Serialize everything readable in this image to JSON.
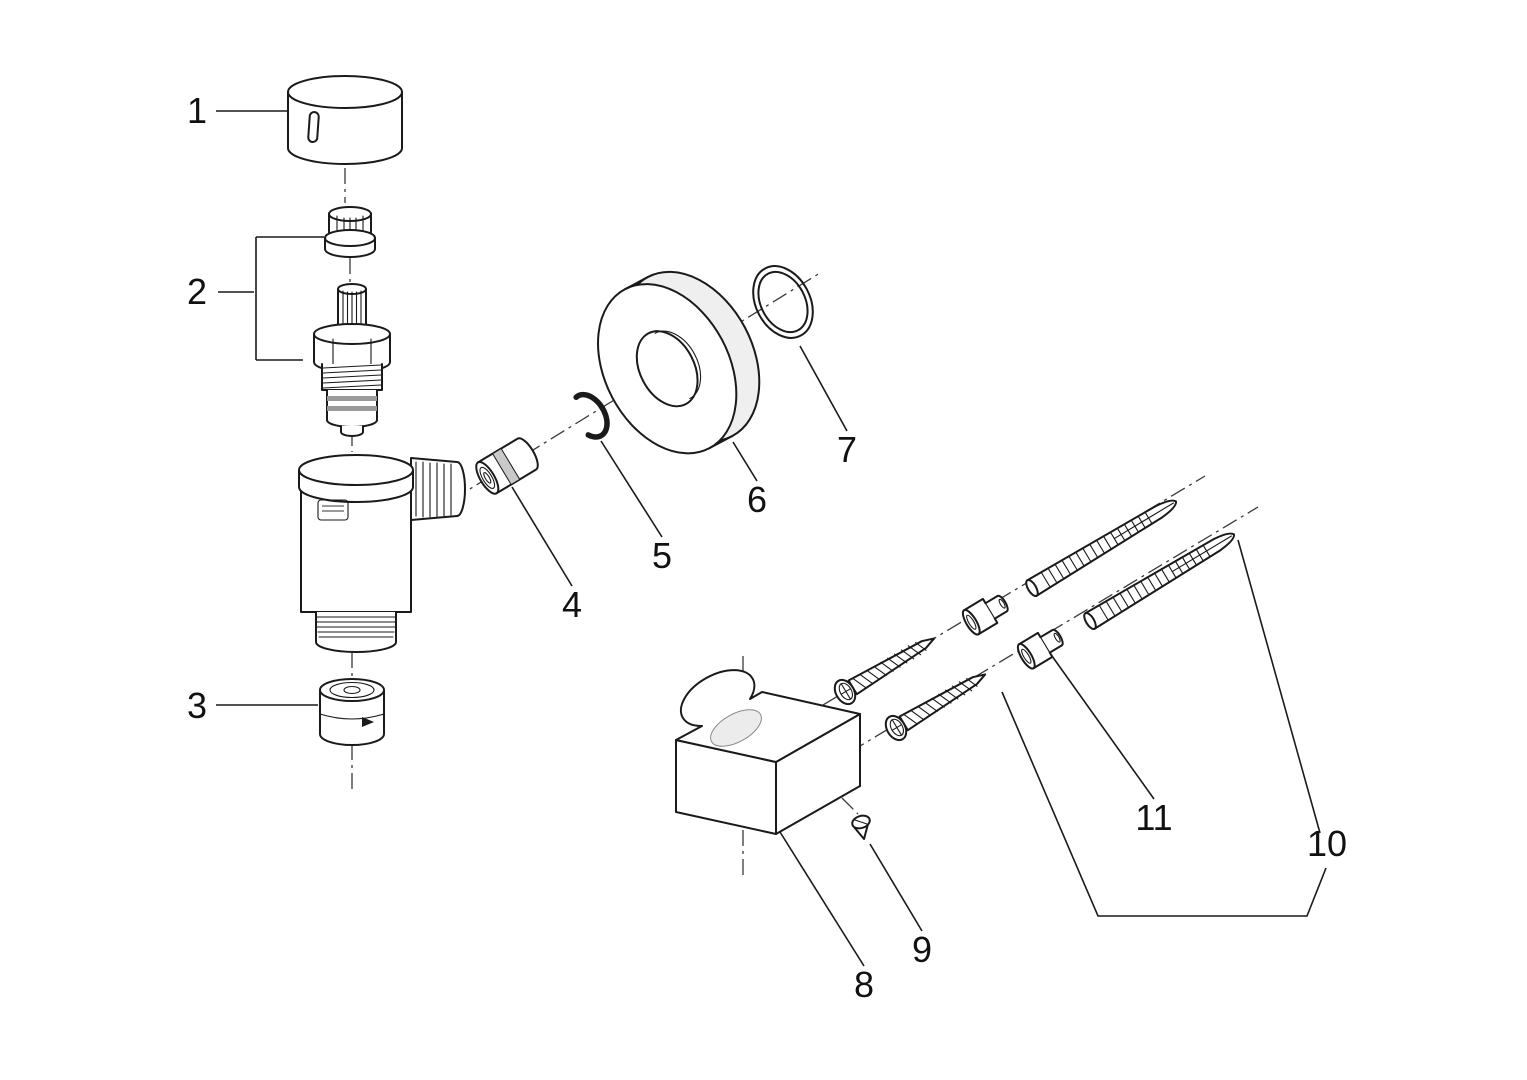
{
  "diagram": {
    "kind": "exploded-parts-diagram",
    "labels": {
      "l1": "1",
      "l2": "2",
      "l3": "3",
      "l4": "4",
      "l5": "5",
      "l6": "6",
      "l7": "7",
      "l8": "8",
      "l9": "9",
      "l10": "10",
      "l11": "11"
    },
    "parts": [
      {
        "label": "1",
        "name": "handle-cap"
      },
      {
        "label": "2",
        "name": "valve-cartridge-assembly"
      },
      {
        "label": "3",
        "name": "sleeve-adapter"
      },
      {
        "label": "4",
        "name": "outlet-fitting"
      },
      {
        "label": "5",
        "name": "retaining-ring"
      },
      {
        "label": "6",
        "name": "escutcheon-flange"
      },
      {
        "label": "7",
        "name": "o-ring"
      },
      {
        "label": "8",
        "name": "wall-bracket"
      },
      {
        "label": "9",
        "name": "set-screw"
      },
      {
        "label": "10",
        "name": "screws-and-wall-anchors"
      },
      {
        "label": "11",
        "name": "spacer-bushings"
      }
    ],
    "colors": {
      "line": "#1a1a1a",
      "background": "#ffffff"
    }
  }
}
